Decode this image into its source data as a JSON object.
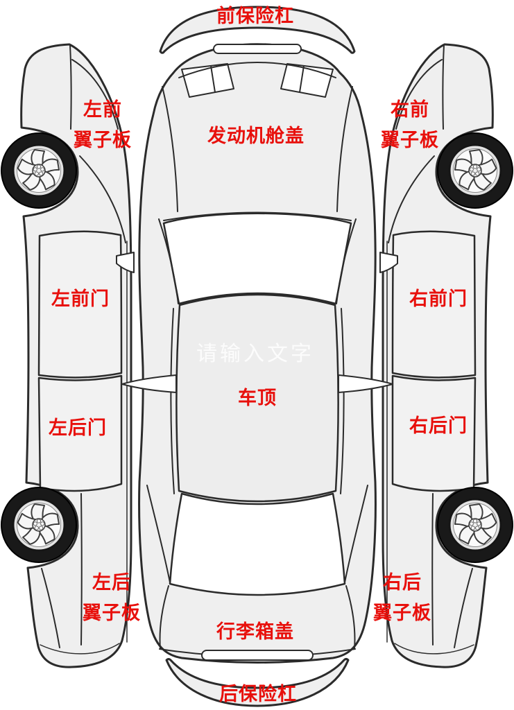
{
  "page": {
    "background": "#ffffff"
  },
  "colors": {
    "label_red": "#e8100c",
    "body_gray": "#efefef",
    "outline": "#2b2b2b",
    "glass_white": "#ffffff",
    "tire_black": "#191919",
    "watermark_white": "#ffffff"
  },
  "watermark": "请输入文字",
  "center_car": {
    "front_bumper": "前保险杠",
    "hood": "发动机舱盖",
    "roof": "车顶",
    "trunk_lid": "行李箱盖",
    "rear_bumper": "后保险杠"
  },
  "left_car": {
    "front_fender_line1": "左前",
    "front_fender_line2": "翼子板",
    "front_door": "左前门",
    "rear_door": "左后门",
    "rear_fender_line1": "左后",
    "rear_fender_line2": "翼子板"
  },
  "right_car": {
    "front_fender_line1": "右前",
    "front_fender_line2": "翼子板",
    "front_door": "右前门",
    "rear_door": "右后门",
    "rear_fender_line1": "右后",
    "rear_fender_line2": "翼子板"
  }
}
